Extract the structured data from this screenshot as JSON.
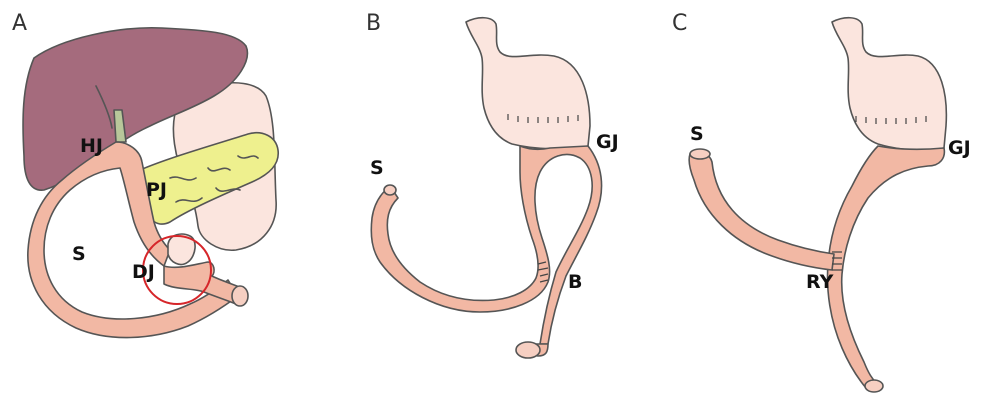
{
  "panels": [
    {
      "letter": "A",
      "labels": {
        "hj": "HJ",
        "pj": "PJ",
        "s": "S",
        "dj": "DJ"
      }
    },
    {
      "letter": "B",
      "labels": {
        "gj": "GJ",
        "s": "S",
        "b": "B"
      }
    },
    {
      "letter": "C",
      "labels": {
        "s": "S",
        "gj": "GJ",
        "ry": "RY"
      }
    }
  ],
  "colors": {
    "liver": "#a56b7d",
    "pancreas": "#eef08e",
    "bile_duct": "#b8c79a",
    "bowel": "#f2b8a4",
    "stomach": "#fbe5de",
    "highlight_circle": "#d6262a",
    "outline": "#555555"
  }
}
